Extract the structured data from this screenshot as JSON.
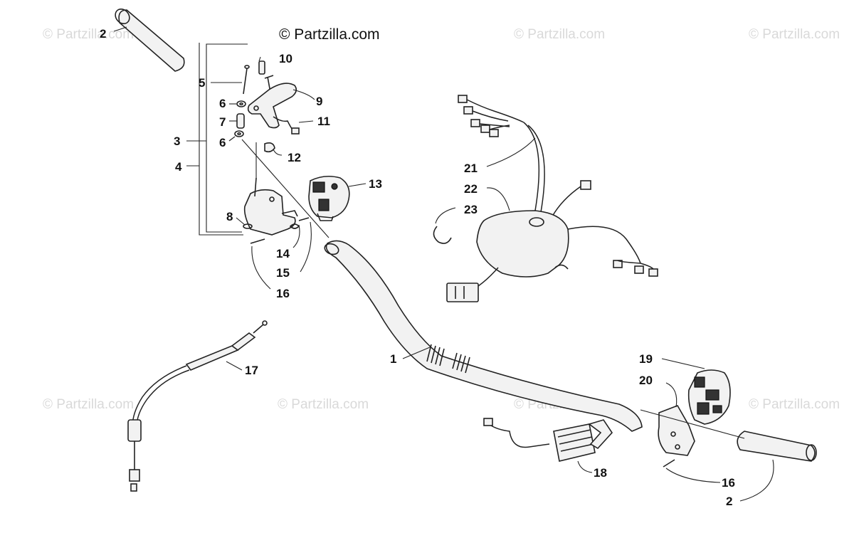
{
  "watermarks": {
    "main": "© Partzilla.com",
    "faint": "© Partzilla.com"
  },
  "callouts": {
    "c1": "1",
    "c2a": "2",
    "c2b": "2",
    "c3": "3",
    "c4": "4",
    "c5": "5",
    "c6a": "6",
    "c6b": "6",
    "c7": "7",
    "c8": "8",
    "c9": "9",
    "c10": "10",
    "c11": "11",
    "c12": "12",
    "c13": "13",
    "c14": "14",
    "c15": "15",
    "c16a": "16",
    "c16b": "16",
    "c17": "17",
    "c18": "18",
    "c19": "19",
    "c20": "20",
    "c21": "21",
    "c22": "22",
    "c23": "23"
  },
  "colors": {
    "ink": "#222222",
    "watermark": "#d9d9d9",
    "background": "#ffffff"
  }
}
